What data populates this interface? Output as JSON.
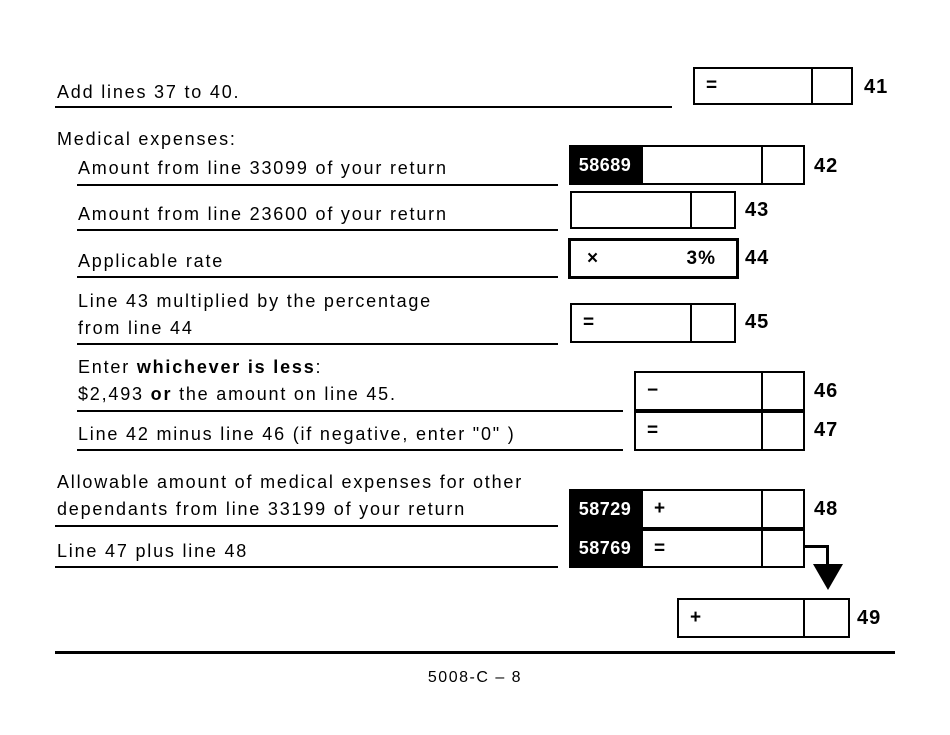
{
  "r41": {
    "label": "Add lines 37 to 40.",
    "op": "=",
    "num": "41"
  },
  "medical": {
    "heading": "Medical expenses:"
  },
  "r42": {
    "label": "Amount from line 33099 of your return",
    "code": "58689",
    "num": "42"
  },
  "r43": {
    "label": "Amount from line 23600 of your return",
    "num": "43"
  },
  "r44": {
    "label": "Applicable rate",
    "op": "×",
    "rate": "3%",
    "num": "44"
  },
  "r45": {
    "label1": "Line 43 multiplied by the percentage",
    "label2": "from line 44",
    "op": "=",
    "num": "45"
  },
  "r46": {
    "pre1": "Enter ",
    "bold1": "whichever is less",
    "post1": ":",
    "pre2": "$2,493 ",
    "bold2": "or",
    "post2": " the amount on line 45.",
    "op": "−",
    "num": "46"
  },
  "r47": {
    "label": "Line 42 minus line 46 (if negative, enter \"0\" )",
    "op": "=",
    "num": "47"
  },
  "r48": {
    "label1": "Allowable amount of medical expenses for other",
    "label2": "dependants from line 33199 of your return",
    "code": "58729",
    "op": "+",
    "num": "48"
  },
  "r48b": {
    "label": "Line 47 plus line 48",
    "code": "58769",
    "op": "="
  },
  "r49": {
    "op": "+",
    "num": "49"
  },
  "footer": {
    "page_id": "5008-C – 8"
  },
  "colors": {
    "ink": "#000000",
    "paper": "#ffffff"
  }
}
